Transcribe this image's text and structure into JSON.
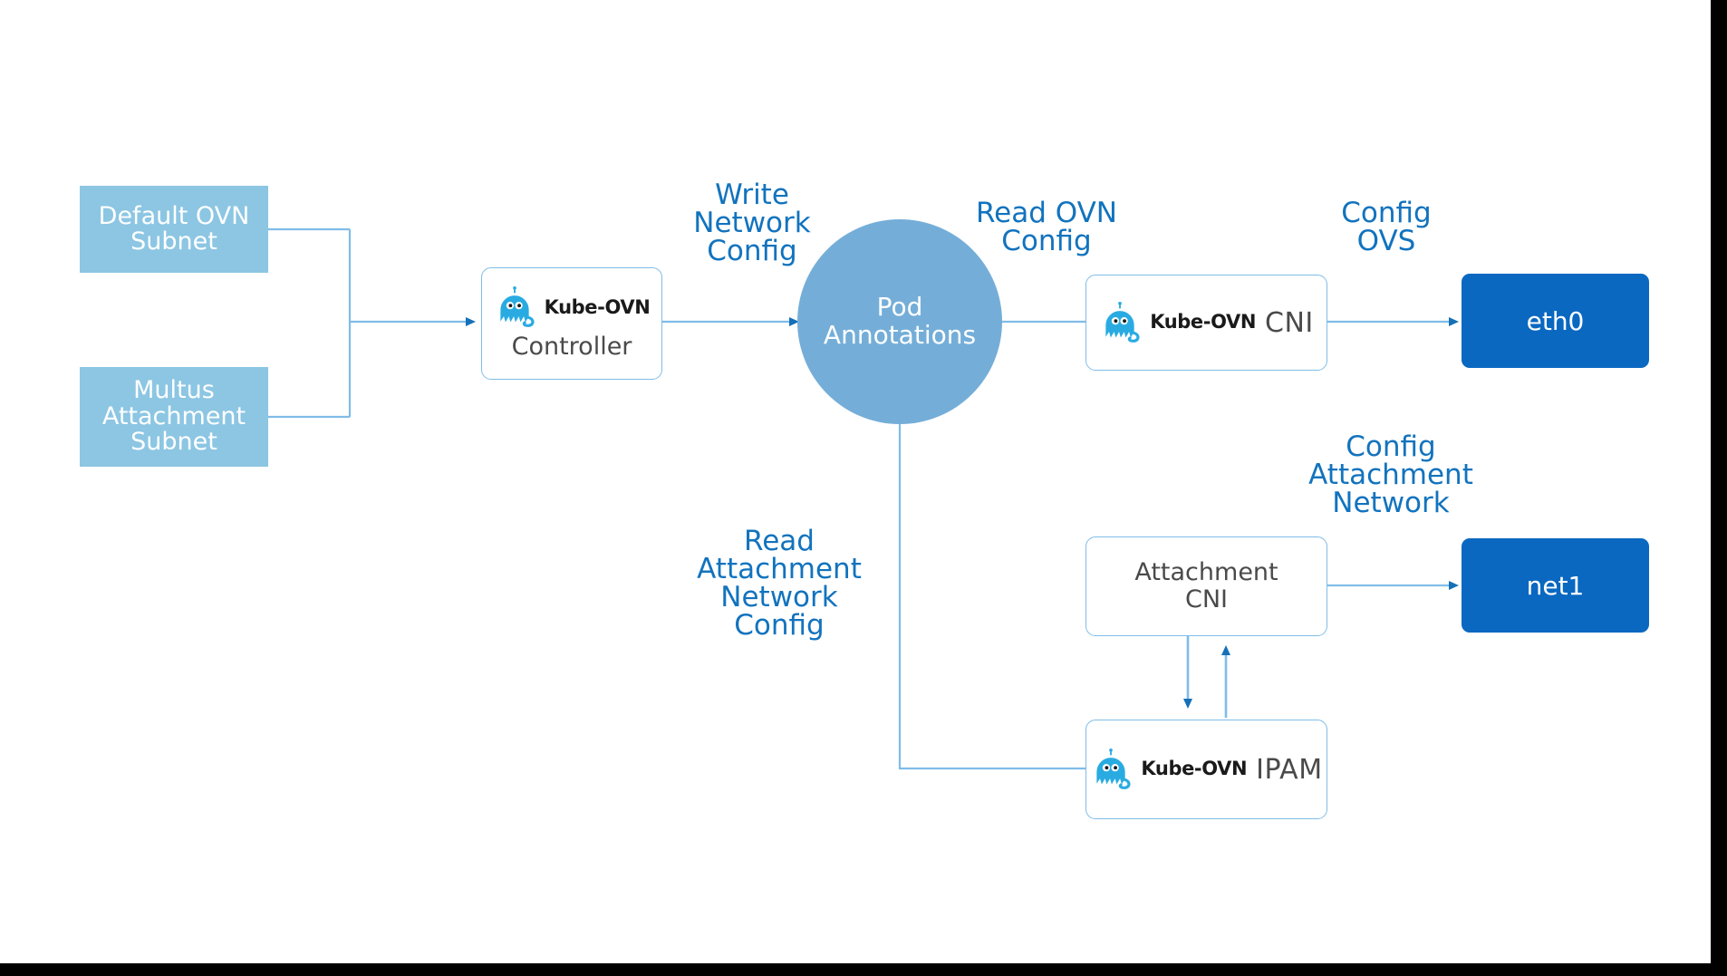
{
  "diagram": {
    "title": "Kube-OVN Multus attachment network data flow",
    "colors": {
      "subnet_fill": "#8CC6E3",
      "card_border": "#7FBDE8",
      "interface_fill": "#0A68C1",
      "circle_fill": "#74AED8",
      "label_blue": "#1273BE",
      "connector_line": "#7FBDE8",
      "arrow_head": "#1570B8",
      "logo_cyan": "#29ABE2",
      "card_text": "#4a4a4a"
    },
    "nodes": {
      "default_ovn_subnet": {
        "label": "Default OVN\nSubnet"
      },
      "multus_attachment_subnet": {
        "label": "Multus\nAttachment\nSubnet"
      },
      "kube_ovn_controller": {
        "logo_text": "Kube-OVN",
        "caption": "Controller"
      },
      "pod_annotations": {
        "line1": "Pod",
        "line2": "Annotations"
      },
      "kube_ovn_cni": {
        "logo_text": "Kube-OVN",
        "suffix": "CNI"
      },
      "eth0": {
        "label": "eth0"
      },
      "attachment_cni": {
        "line1": "Attachment",
        "line2": "CNI"
      },
      "kube_ovn_ipam": {
        "logo_text": "Kube-OVN",
        "suffix": "IPAM"
      },
      "net1": {
        "label": "net1"
      }
    },
    "edge_labels": {
      "write_network_config": "Write\nNetwork\nConfig",
      "read_ovn_config": "Read OVN\nConfig",
      "config_ovs": "Config\nOVS",
      "read_attachment_network_config": "Read\nAttachment\nNetwork\nConfig",
      "config_attachment_network": "Config\nAttachment\nNetwork"
    }
  }
}
